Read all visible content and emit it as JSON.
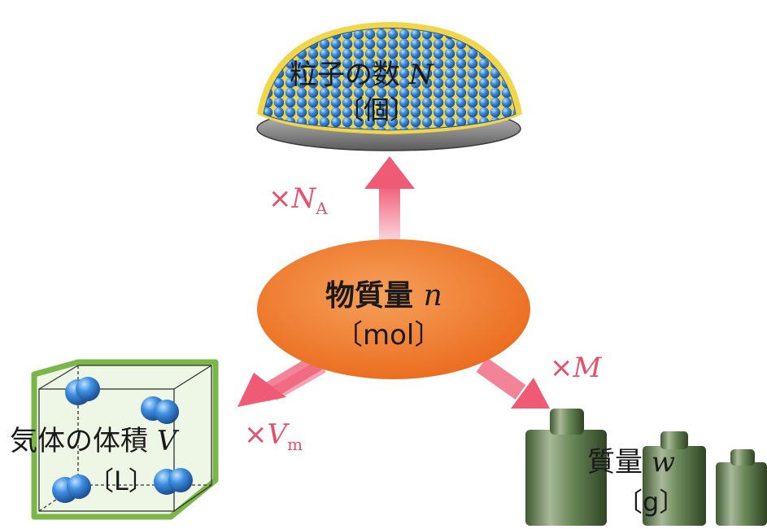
{
  "colors": {
    "arrow": "#ef5a74",
    "center_fill": "#f07a2e",
    "particle_blue": "#3d8ee0",
    "cube_border": "#7ab648",
    "weight_green": "#4f6b3e",
    "dish_rim": "#f2d64a"
  },
  "center": {
    "name": "物質量",
    "var": "n",
    "unit": "〔mol〕"
  },
  "particles": {
    "name": "粒子の数",
    "var": "N",
    "unit": "〔個〕"
  },
  "volume": {
    "name": "気体の体積",
    "var": "V",
    "unit": "〔L〕"
  },
  "mass": {
    "name": "質量",
    "var": "w",
    "unit": "〔g〕"
  },
  "factors": {
    "to_particles": {
      "op": "×",
      "var": "N",
      "sub": "A"
    },
    "to_volume": {
      "op": "×",
      "var": "V",
      "sub": "m"
    },
    "to_mass": {
      "op": "×",
      "var": "M"
    }
  },
  "icons": [
    "particle-dish-icon",
    "gas-cube-icon",
    "weights-icon"
  ]
}
